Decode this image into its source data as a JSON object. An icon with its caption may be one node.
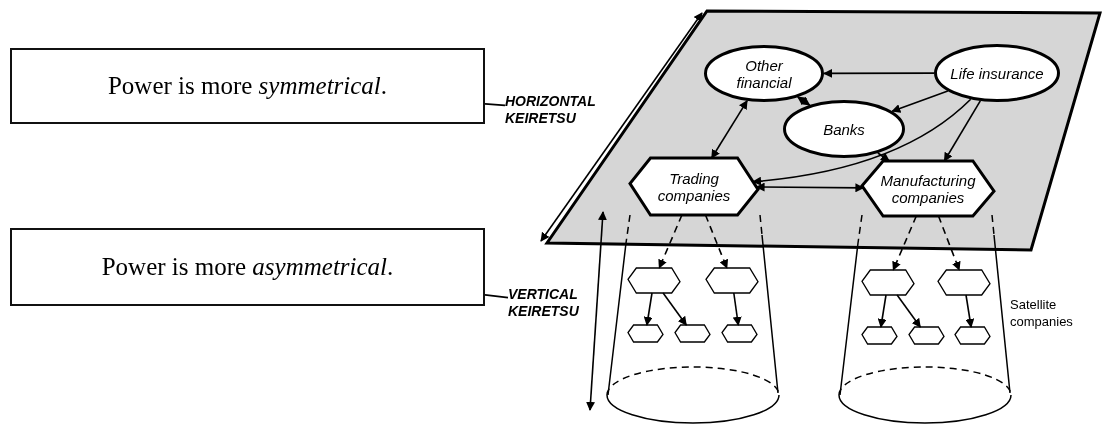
{
  "diagram": {
    "nodes": [
      {
        "text": [
          "Power is more *symmetrical*."
        ]
      },
      {
        "text": [
          "HORIZONTAL KEIRETSU"
        ]
      },
      {
        "text": [
          "Power is more *asymmetrical*."
        ]
      },
      {
        "text": [
          "VERTICAL KEIRETSU"
        ]
      },
      {
        "text": [],
        "shape": "box"
      },
      {
        "text": [
          "Other financial"
        ],
        "in": 4
      },
      {
        "text": [
          "Life insurance"
        ],
        "in": 4
      },
      {
        "text": [
          "Banks"
        ],
        "in": 4
      },
      {
        "text": [
          "Trading companies"
        ],
        "in": 4
      },
      {
        "text": [
          "Manufacturing companies"
        ],
        "in": 4
      },
      {
        "text": [],
        "shape": "cone"
      },
      {
        "text": [],
        "shape": "hexagon",
        "in": 10
      },
      {
        "text": [],
        "shape": "hexagon",
        "in": 10
      },
      {
        "text": [],
        "shape": "hexagon",
        "in": 10
      },
      {
        "text": [],
        "shape": "hexagon",
        "in": 10
      },
      {
        "text": [],
        "shape": "hexagon",
        "in": 10
      },
      {
        "text": [],
        "shape": "cone",
        "beside": [
          "Satellite companies"
        ]
      },
      {
        "text": [],
        "shape": "hexagon",
        "in": 16
      },
      {
        "text": [],
        "shape": "hexagon",
        "in": 16
      },
      {
        "text": [],
        "shape": "hexagon",
        "in": 16
      },
      {
        "text": [],
        "shape": "hexagon",
        "in": 16
      },
      {
        "text": [],
        "shape": "hexagon",
        "in": 16
      }
    ],
    "edges": [
      {
        "from": 0,
        "to": 1,
        "arrow": "none"
      },
      {
        "from": 2,
        "to": 3,
        "arrow": "none"
      },
      {
        "from": 6,
        "to": 5,
        "arrow": "to"
      },
      {
        "from": 5,
        "to": 7,
        "arrow": "both"
      },
      {
        "from": 5,
        "to": 8,
        "arrow": "both"
      },
      {
        "from": 6,
        "to": 7,
        "arrow": "to"
      },
      {
        "from": 6,
        "to": 8,
        "arrow": "to"
      },
      {
        "from": 6,
        "to": 9,
        "arrow": "to"
      },
      {
        "from": 7,
        "to": 9,
        "arrow": "to"
      },
      {
        "from": 8,
        "to": 9,
        "arrow": "both"
      },
      {
        "from": 8,
        "to": 11,
        "arrow": "to",
        "style": "dashed"
      },
      {
        "from": 8,
        "to": 12,
        "arrow": "to",
        "style": "dashed"
      },
      {
        "from": 9,
        "to": 17,
        "arrow": "to",
        "style": "dashed"
      },
      {
        "from": 9,
        "to": 18,
        "arrow": "to",
        "style": "dashed"
      },
      {
        "from": 11,
        "to": 13,
        "arrow": "to"
      },
      {
        "from": 11,
        "to": 14,
        "arrow": "to"
      },
      {
        "from": 12,
        "to": 15,
        "arrow": "to"
      },
      {
        "from": 17,
        "to": 19,
        "arrow": "to"
      },
      {
        "from": 17,
        "to": 20,
        "arrow": "to"
      },
      {
        "from": 18,
        "to": 21,
        "arrow": "to"
      }
    ]
  }
}
